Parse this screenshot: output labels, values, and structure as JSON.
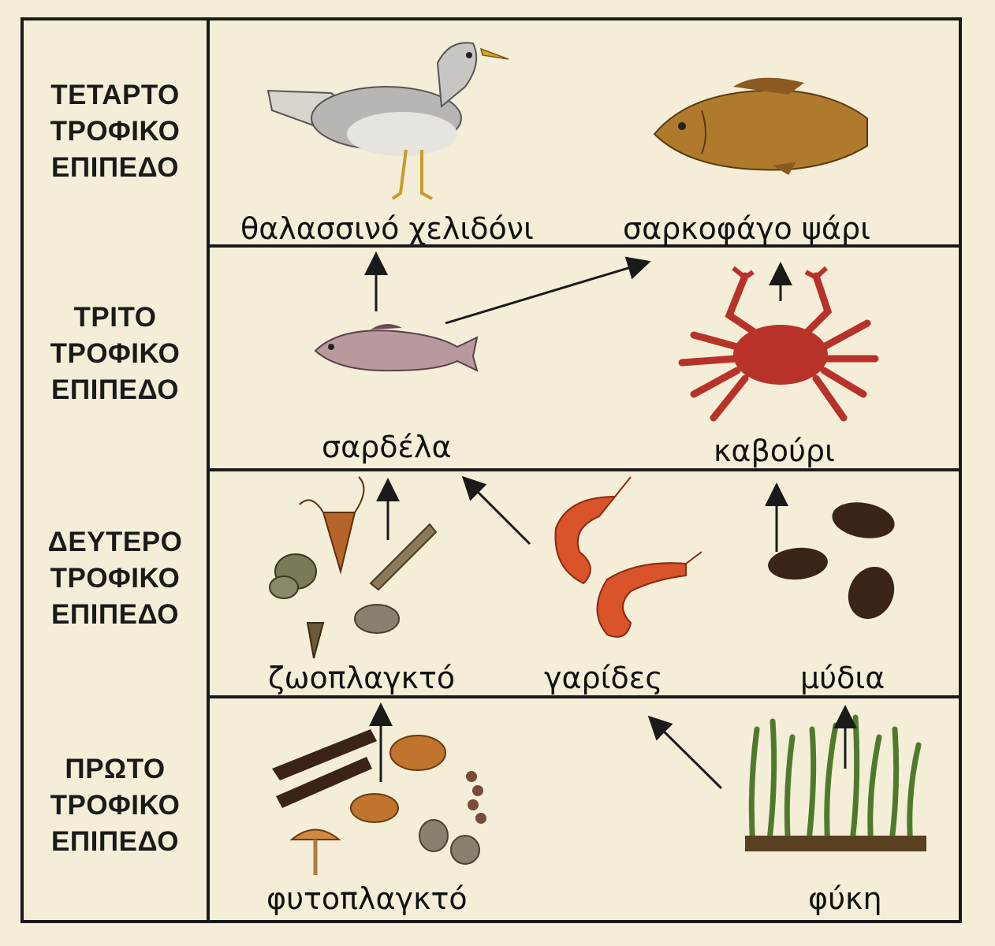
{
  "levels": [
    {
      "id": "fourth",
      "lines": [
        "ΤΕΤΑΡΤΟ",
        "ΤΡΟΦΙΚΟ",
        "ΕΠΙΠΕΔΟ"
      ]
    },
    {
      "id": "third",
      "lines": [
        "ΤΡΙΤΟ",
        "ΤΡΟΦΙΚΟ",
        "ΕΠΙΠΕΔΟ"
      ]
    },
    {
      "id": "second",
      "lines": [
        "ΔΕΥΤΕΡΟ",
        "ΤΡΟΦΙΚΟ",
        "ΕΠΙΠΕΔΟ"
      ]
    },
    {
      "id": "first",
      "lines": [
        "ΠΡΩΤΟ",
        "ΤΡΟΦΙΚΟ",
        "ΕΠΙΠΕΔΟ"
      ]
    }
  ],
  "organisms": {
    "seagull": "θαλασσινό χελιδόνι",
    "carnivorous_fish": "σαρκοφάγο ψάρι",
    "anchovy": "σαρδέλα",
    "crab": "καβούρι",
    "zooplankton": "ζωοπλαγκτό",
    "shrimp": "γαρίδες",
    "mussels": "μύδια",
    "phytoplankton": "φυτοπλαγκτό",
    "seaweed": "φύκη"
  },
  "colors": {
    "background": "#f4eed8",
    "border": "#1a1a1a",
    "crab": "#b8322a",
    "shrimp": "#d9532b",
    "seaweed": "#4f7a2c",
    "fish": "#c08a35",
    "mussel": "#3a2418"
  }
}
